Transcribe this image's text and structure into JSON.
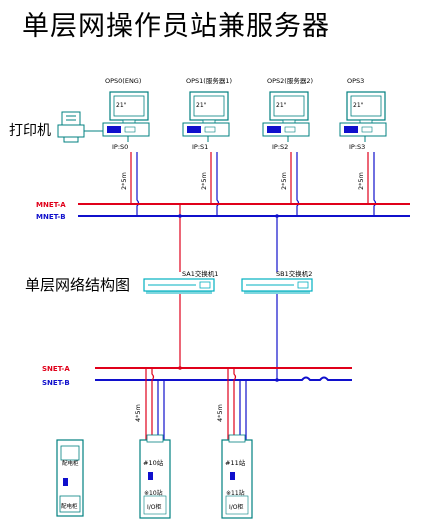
{
  "title": "单层网操作员站兼服务器",
  "section_label": "单层网络结构图",
  "printer_label": "打印机",
  "workstations": [
    {
      "name": "OPS0(ENG)",
      "ip": "IP:S0",
      "monitor": "21\""
    },
    {
      "name": "OPS1(服务器1)",
      "ip": "IP:S1",
      "monitor": "21\""
    },
    {
      "name": "OPS2(服务器2)",
      "ip": "IP:S2",
      "monitor": "21\""
    },
    {
      "name": "OPS3",
      "ip": "IP:S3",
      "monitor": "21\""
    }
  ],
  "mnet": {
    "a_label": "MNET-A",
    "b_label": "MNET-B",
    "cable": "2*5m"
  },
  "switches": [
    {
      "name": "SA1交换机1"
    },
    {
      "name": "SB1交换机2"
    }
  ],
  "snet": {
    "a_label": "SNET-A",
    "b_label": "SNET-B",
    "cable": "4*5m"
  },
  "cabinets": [
    {
      "top": "#10站",
      "mid": "※10站",
      "bottom": "I/O柜"
    },
    {
      "top": "#11站",
      "mid": "※11站",
      "bottom": "I/O柜"
    }
  ],
  "power_cabinet": {
    "top": "配电柜",
    "bottom": "配电柜"
  },
  "colors": {
    "net_a": "#e0001a",
    "net_b": "#1010cc",
    "device": "#008080",
    "switch": "#00b0c0"
  }
}
